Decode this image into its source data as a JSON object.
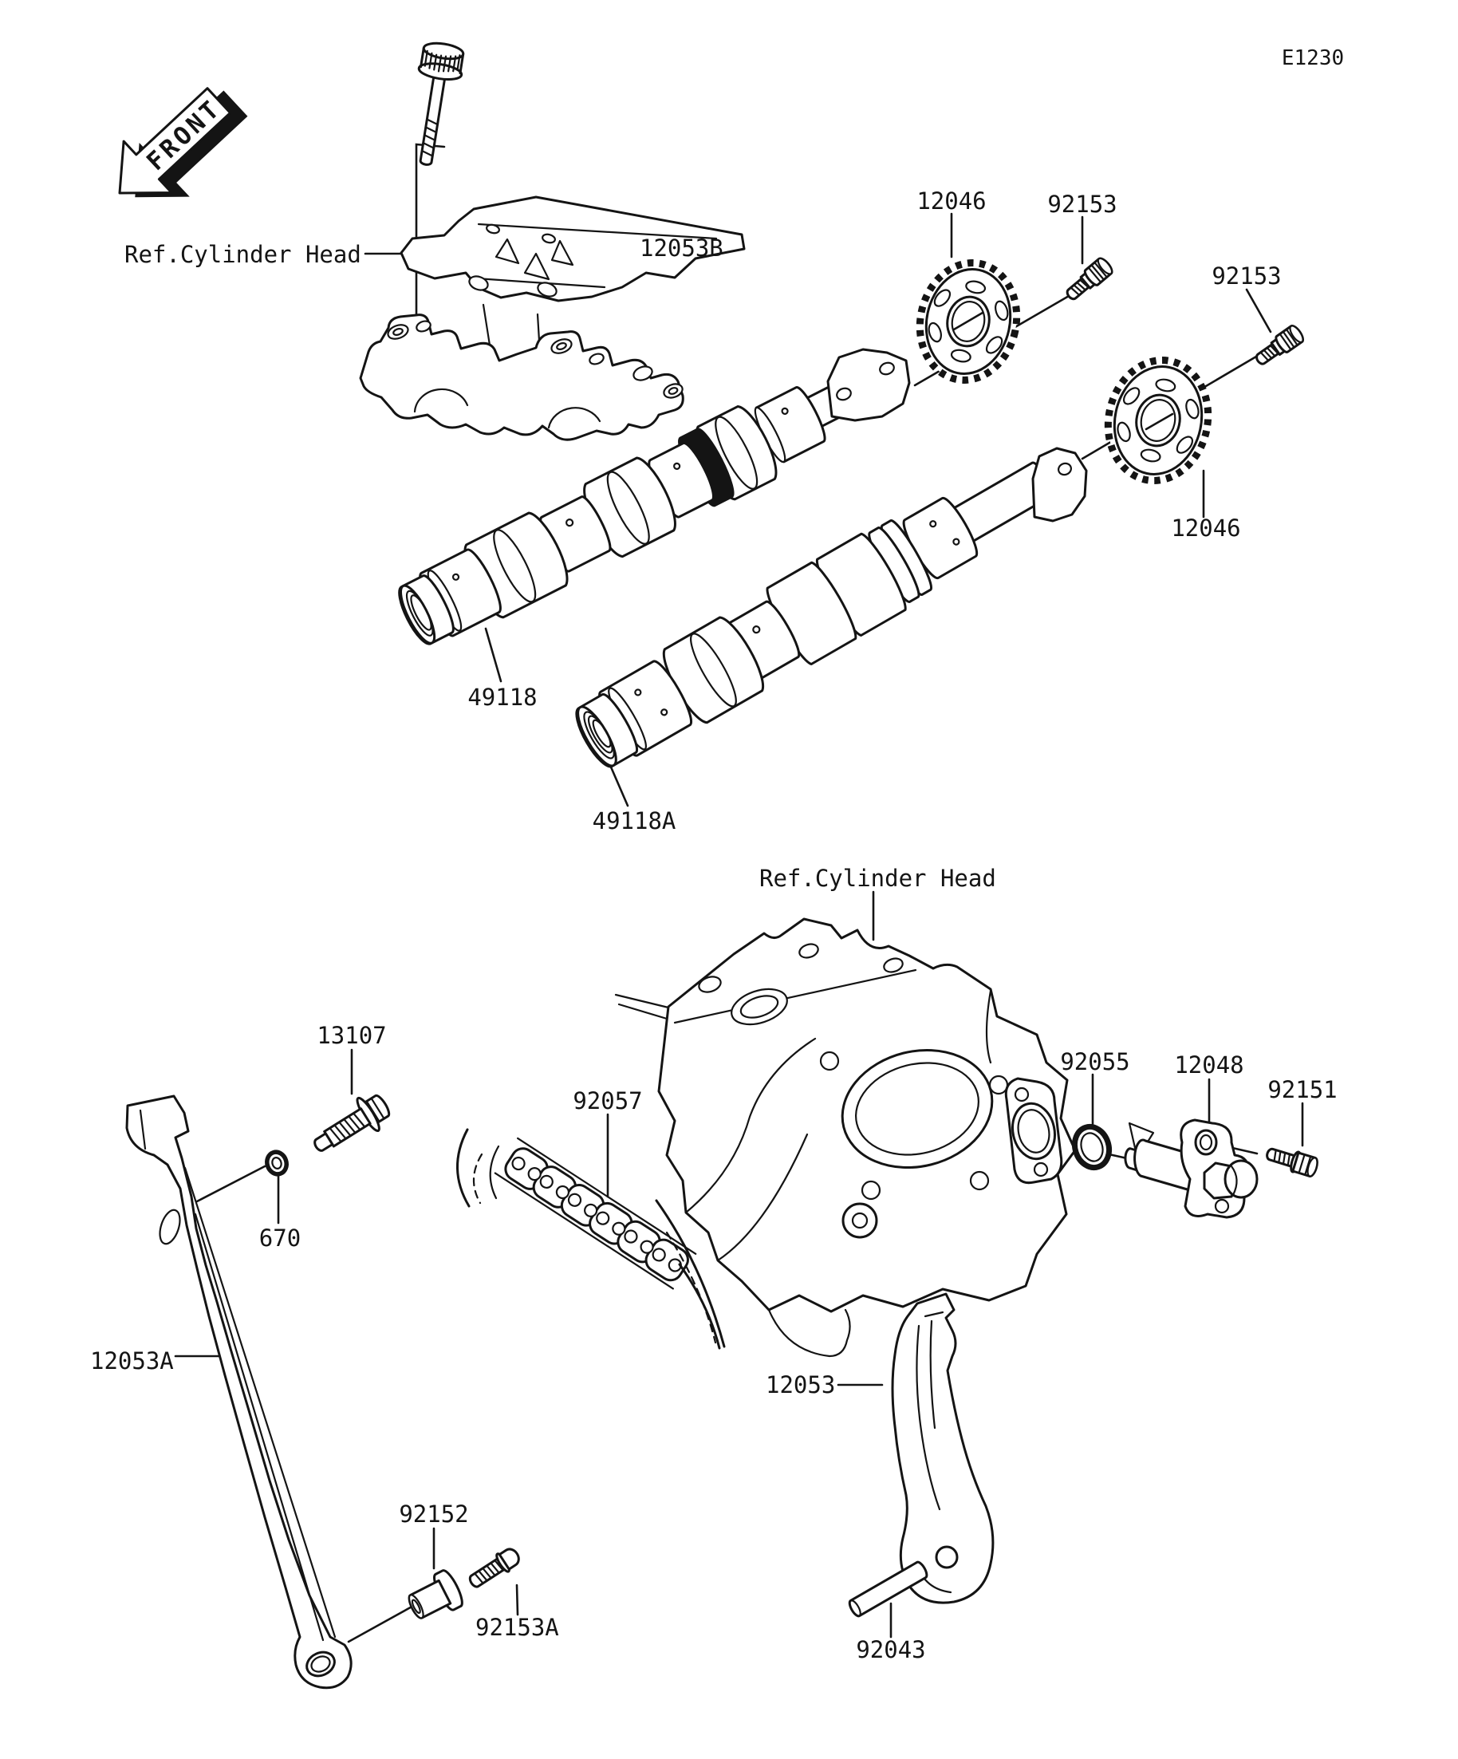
{
  "diagram": {
    "code": "E1230",
    "front_label": "FRONT",
    "ref_cylinder_head_top": "Ref.Cylinder Head",
    "ref_cylinder_head_bottom": "Ref.Cylinder Head"
  },
  "parts": {
    "camshaft_holder_bracket": "12053B",
    "camshaft_sprocket_top": "12046",
    "camshaft_sprocket_bottom": "12046",
    "sprocket_bolt_top": "92153",
    "sprocket_bolt_right": "92153",
    "camshaft_exhaust": "49118",
    "camshaft_intake": "49118A",
    "tensioner_pivot_bolt": "13107",
    "camshaft_chain": "92057",
    "oring_small": "670",
    "chain_guide_front": "12053A",
    "guide_collar": "92152",
    "guide_screw": "92153A",
    "tensioner_oring": "92055",
    "chain_tensioner": "12048",
    "tensioner_bolt": "92151",
    "chain_guide_rear": "12053",
    "guide_pin": "92043"
  }
}
